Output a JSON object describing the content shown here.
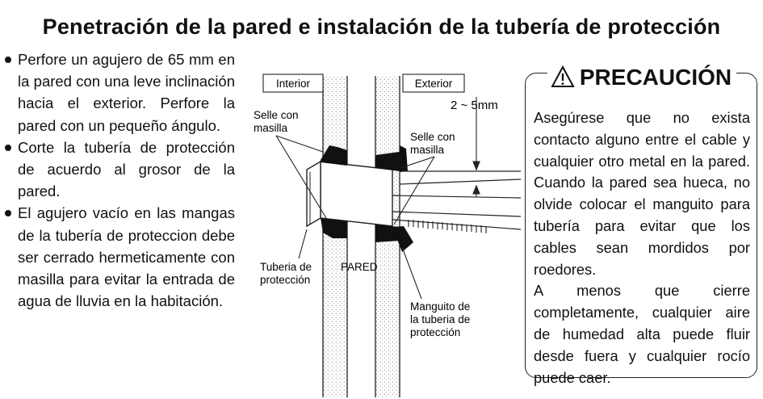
{
  "title": "Penetración de la pared e instalación de la tubería de protección",
  "bullets": [
    "Perfore un agujero de 65 mm en la pared con una leve inclinación hacia el exterior. Perfore la pared con un pequeño ángulo.",
    "Corte la tubería de protección de acuerdo al grosor de la pared.",
    "El agujero vacío en las mangas de la tubería de proteccion debe ser cerrado hermeticamente con masilla para evitar la entrada de agua de lluvia en la habitación."
  ],
  "diagram": {
    "interior_label": "Interior",
    "exterior_label": "Exterior",
    "gap_label": "2 ~ 5mm",
    "seal_left_1": "Selle con",
    "seal_left_2": "masilla",
    "seal_right_1": "Selle con",
    "seal_right_2": "masilla",
    "pipe_label_1": "Tuberia de",
    "pipe_label_2": "protección",
    "wall_label": "PARED",
    "sleeve_label_1": "Manguito de",
    "sleeve_label_2": "la tuberia de",
    "sleeve_label_3": "protección"
  },
  "caution": {
    "warning_icon": "warning-triangle-icon",
    "heading": "PRECAUCIÓN",
    "paragraph_1": "Asegúrese que no exista contacto alguno entre el cable y cualquier otro metal en la pared. Cuando la pared sea hueca, no olvide colocar el manguito para tubería para evitar que los cables sean mordidos por roedores.",
    "paragraph_2": "A menos que cierre completamente, cualquier aire de humedad alta puede fluir desde fuera y cualquier rocío puede caer."
  }
}
